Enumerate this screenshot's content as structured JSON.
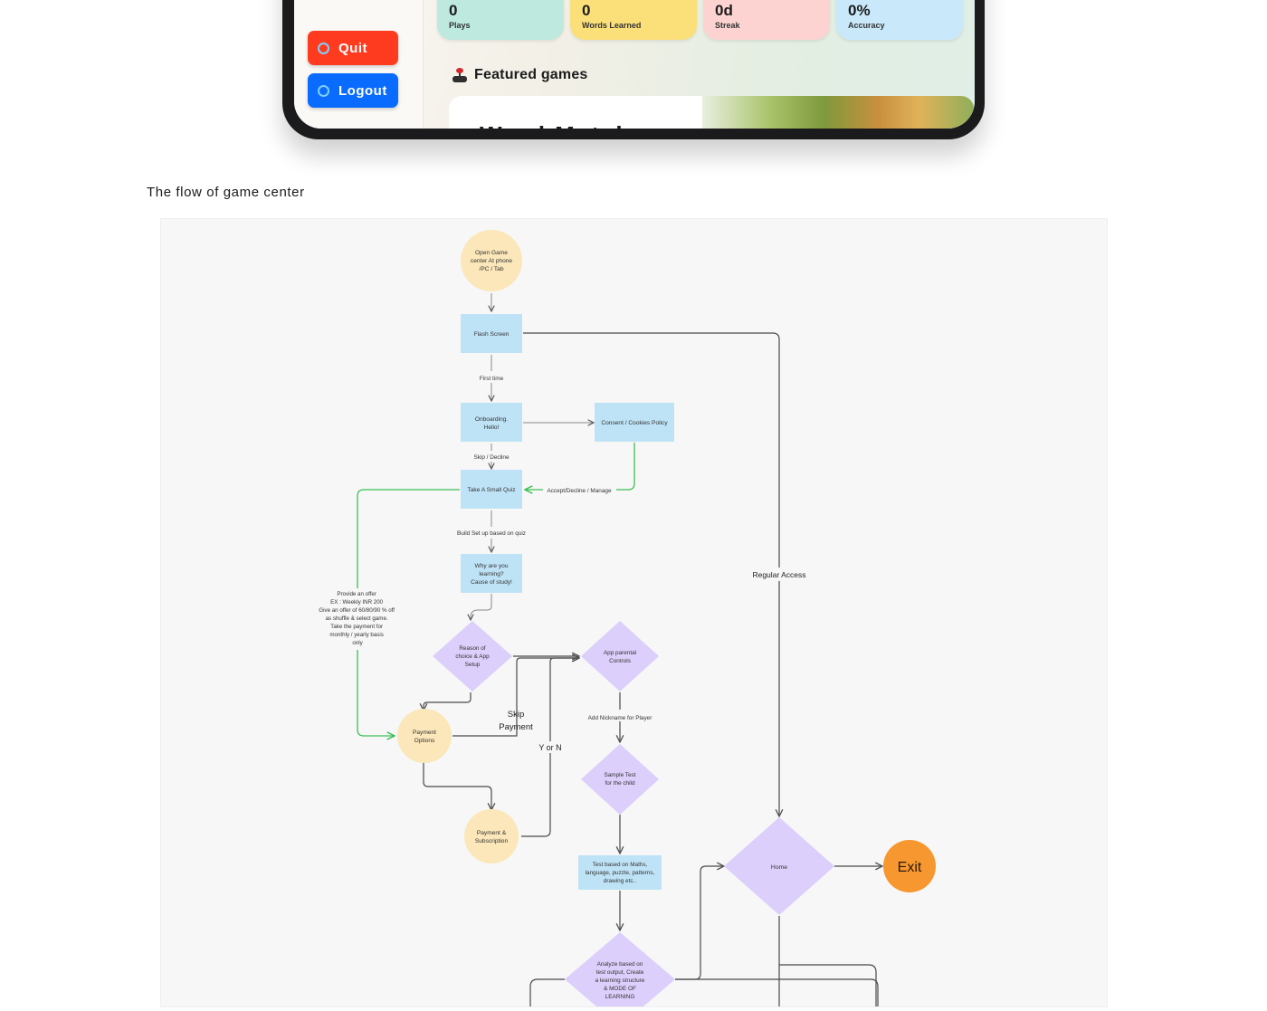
{
  "app": {
    "sidebar": {
      "quit_label": "Quit",
      "logout_label": "Logout"
    },
    "stats": [
      {
        "value": "0",
        "label": "Plays",
        "color": "#bde9df"
      },
      {
        "value": "0",
        "label": "Words Learned",
        "color": "#fbe07a"
      },
      {
        "value": "0d",
        "label": "Streak",
        "color": "#fcd3d0"
      },
      {
        "value": "0%",
        "label": "Accuracy",
        "color": "#c9e9fa"
      }
    ],
    "featured_title": "Featured games",
    "card_title": "Word Match"
  },
  "caption": "The flow of game center",
  "flow": {
    "nodes": {
      "open_game_center": "Open Game center At phone /PC / Tab",
      "flash_screen": "Flash Screen",
      "onboarding": "Onboarding. Hello!",
      "consent": "Consent / Cookies Policy",
      "small_quiz": "Take A Small Quiz",
      "why_learning": "Why are you learning? Cause of study!",
      "reason_choice": "Reason of choice & App Setup",
      "parental_controls": "App parental Controls",
      "payment_options": "Payment Options",
      "sample_test": "Sample Test for the child",
      "payment_subscription": "Payment & Subscription",
      "test_based": "Test based on Maths, language, puzzle, patterns, drawing etc..",
      "home": "Home",
      "exit": "Exit",
      "analyze": "Analyze based on test output, Create a learning structure & MODE OF LEARNING"
    },
    "edge_labels": {
      "first_time": "First time",
      "skip_decline": "Skip / Decline",
      "accept_decline_manage": "Accept/Decline / Manage",
      "build_setup": "Build Set up based on quiz",
      "regular_access": "Regular Access",
      "skip_payment": "Skip Payment",
      "y_or_n": "Y or N",
      "add_nickname": "Add Nickname for Player",
      "offer_note": "Provide an offer EX : Weekly INR 200 Give an offer of 60/80/90 % off as shuffle & select game. Take the payment for monthly / yearly basis only"
    },
    "colors": {
      "start_circle": "#fbe7b9",
      "process_box": "#bfe3f6",
      "decision": "#dccffb",
      "exit": "#f7972f",
      "green_line": "#3cbf54",
      "line": "#4a4a4a"
    }
  }
}
